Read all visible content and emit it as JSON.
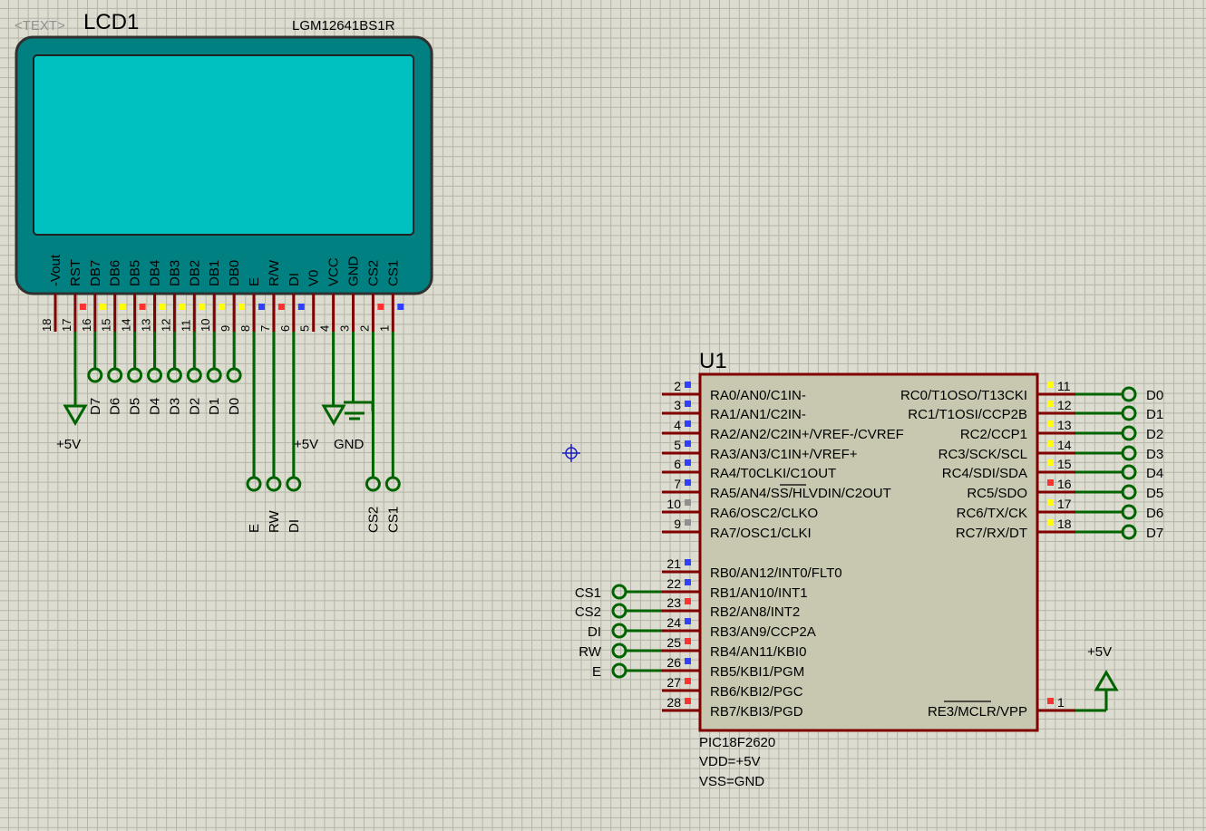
{
  "lcd": {
    "text_tag": "<TEXT>",
    "ref": "LCD1",
    "part": "LGM12641BS1R",
    "screen_color": "#00c0c0",
    "body_color": "#008080",
    "pins": [
      {
        "num": "18",
        "name": "-Vout",
        "net": "",
        "marker": "none"
      },
      {
        "num": "17",
        "name": "RST",
        "net": "+5V",
        "marker": "red"
      },
      {
        "num": "16",
        "name": "DB7",
        "net": "D7",
        "marker": "yellow"
      },
      {
        "num": "15",
        "name": "DB6",
        "net": "D6",
        "marker": "yellow"
      },
      {
        "num": "14",
        "name": "DB5",
        "net": "D5",
        "marker": "red"
      },
      {
        "num": "13",
        "name": "DB4",
        "net": "D4",
        "marker": "yellow"
      },
      {
        "num": "12",
        "name": "DB3",
        "net": "D3",
        "marker": "yellow"
      },
      {
        "num": "11",
        "name": "DB2",
        "net": "D2",
        "marker": "yellow"
      },
      {
        "num": "10",
        "name": "DB1",
        "net": "D1",
        "marker": "yellow"
      },
      {
        "num": "9",
        "name": "DB0",
        "net": "D0",
        "marker": "yellow"
      },
      {
        "num": "8",
        "name": "E",
        "net": "E",
        "marker": "blue"
      },
      {
        "num": "7",
        "name": "R/W",
        "net": "RW",
        "marker": "red"
      },
      {
        "num": "6",
        "name": "DI",
        "net": "DI",
        "marker": "blue"
      },
      {
        "num": "5",
        "name": "V0",
        "net": "",
        "marker": "none"
      },
      {
        "num": "4",
        "name": "VCC",
        "net": "+5V",
        "marker": "none"
      },
      {
        "num": "3",
        "name": "GND",
        "net": "GND",
        "marker": "none"
      },
      {
        "num": "2",
        "name": "CS2",
        "net": "CS2",
        "marker": "red"
      },
      {
        "num": "1",
        "name": "CS1",
        "net": "CS1",
        "marker": "blue"
      }
    ],
    "power_labels": {
      "vcc_rst": "+5V",
      "vcc": "+5V",
      "gnd": "GND"
    }
  },
  "mcu": {
    "ref": "U1",
    "part": "PIC18F2620",
    "vdd": "VDD=+5V",
    "vss": "VSS=GND",
    "left_pins": [
      {
        "num": "2",
        "name": "RA0/AN0/C1IN-",
        "net": "",
        "marker": "blue"
      },
      {
        "num": "3",
        "name": "RA1/AN1/C2IN-",
        "net": "",
        "marker": "blue"
      },
      {
        "num": "4",
        "name": "RA2/AN2/C2IN+/VREF-/CVREF",
        "net": "",
        "marker": "blue"
      },
      {
        "num": "5",
        "name": "RA3/AN3/C1IN+/VREF+",
        "net": "",
        "marker": "blue"
      },
      {
        "num": "6",
        "name": "RA4/T0CLKI/C1OUT",
        "net": "",
        "marker": "blue"
      },
      {
        "num": "7",
        "name": "RA5/AN4/SS/HLVDIN/C2OUT",
        "net": "",
        "marker": "blue"
      },
      {
        "num": "10",
        "name": "RA6/OSC2/CLKO",
        "net": "",
        "marker": "gray"
      },
      {
        "num": "9",
        "name": "RA7/OSC1/CLKI",
        "net": "",
        "marker": "gray"
      },
      {
        "num": "21",
        "name": "RB0/AN12/INT0/FLT0",
        "net": "",
        "marker": "blue"
      },
      {
        "num": "22",
        "name": "RB1/AN10/INT1",
        "net": "CS1",
        "marker": "blue"
      },
      {
        "num": "23",
        "name": "RB2/AN8/INT2",
        "net": "CS2",
        "marker": "red"
      },
      {
        "num": "24",
        "name": "RB3/AN9/CCP2A",
        "net": "DI",
        "marker": "blue"
      },
      {
        "num": "25",
        "name": "RB4/AN11/KBI0",
        "net": "RW",
        "marker": "red"
      },
      {
        "num": "26",
        "name": "RB5/KBI1/PGM",
        "net": "E",
        "marker": "blue"
      },
      {
        "num": "27",
        "name": "RB6/KBI2/PGC",
        "net": "",
        "marker": "red"
      },
      {
        "num": "28",
        "name": "RB7/KBI3/PGD",
        "net": "",
        "marker": "red"
      }
    ],
    "right_pins": [
      {
        "num": "11",
        "name": "RC0/T1OSO/T13CKI",
        "net": "D0",
        "marker": "yellow"
      },
      {
        "num": "12",
        "name": "RC1/T1OSI/CCP2B",
        "net": "D1",
        "marker": "yellow"
      },
      {
        "num": "13",
        "name": "RC2/CCP1",
        "net": "D2",
        "marker": "yellow"
      },
      {
        "num": "14",
        "name": "RC3/SCK/SCL",
        "net": "D3",
        "marker": "yellow"
      },
      {
        "num": "15",
        "name": "RC4/SDI/SDA",
        "net": "D4",
        "marker": "yellow"
      },
      {
        "num": "16",
        "name": "RC5/SDO",
        "net": "D5",
        "marker": "red"
      },
      {
        "num": "17",
        "name": "RC6/TX/CK",
        "net": "D6",
        "marker": "yellow"
      },
      {
        "num": "18",
        "name": "RC7/RX/DT",
        "net": "D7",
        "marker": "yellow"
      },
      {
        "num": "1",
        "name": "RE3/MCLR/VPP",
        "net": "+5V",
        "marker": "red"
      }
    ],
    "mclr_power_label": "+5V",
    "body_color": "#c8c8b0"
  },
  "colors": {
    "wire": "#006400",
    "pin": "#800000",
    "outline": "#800000",
    "marker_red": "#ff3030",
    "marker_blue": "#3040ff",
    "marker_yellow": "#ffff00",
    "marker_gray": "#909090",
    "cursor": "#2020c0"
  }
}
